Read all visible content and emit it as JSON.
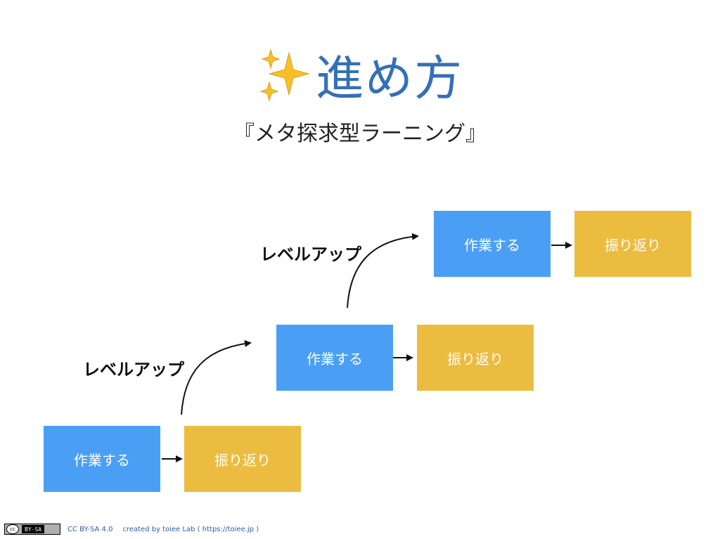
{
  "header": {
    "sparkle_icon": "sparkles-icon",
    "title": "進め方",
    "subtitle": "『メタ探求型ラーニング』"
  },
  "steps": [
    {
      "work_label": "作業する",
      "reflect_label": "振り返り"
    },
    {
      "work_label": "作業する",
      "reflect_label": "振り返り"
    },
    {
      "work_label": "作業する",
      "reflect_label": "振り返り"
    }
  ],
  "level_up_labels": [
    "レベルアップ",
    "レベルアップ"
  ],
  "colors": {
    "work": "#4a9ff5",
    "reflect": "#ecbc40",
    "title": "#3470b8"
  },
  "footer": {
    "badge_icon": "cc-by-sa-icon",
    "badge_text": "BY-SA",
    "license": "CC BY-SA 4.0",
    "credit": "created by toiee Lab ( https://toiee.jp )"
  }
}
